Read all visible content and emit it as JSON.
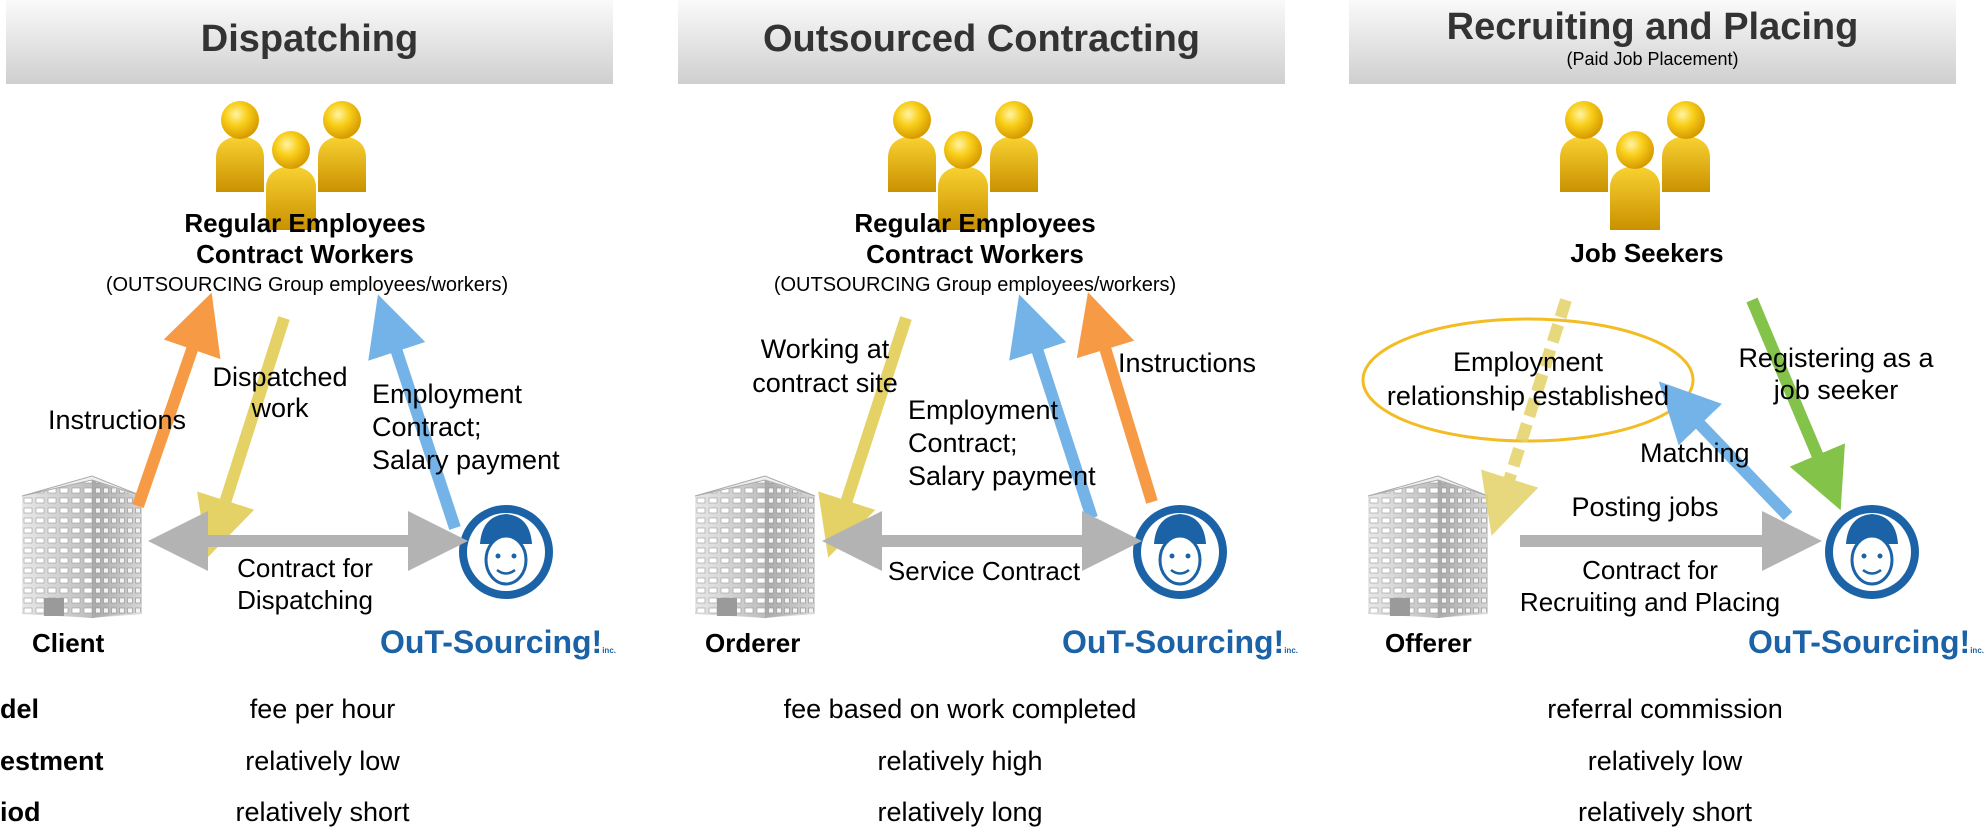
{
  "panels": [
    {
      "title": "Dispatching",
      "subtitle": "",
      "group_title_1": "Regular Employees",
      "group_title_2": "Contract Workers",
      "group_sub": "(OUTSOURCING Group employees/workers)",
      "client_label": "Client",
      "contract_label_1": "Contract for",
      "contract_label_2": "Dispatching",
      "labels": {
        "instructions": "Instructions",
        "dispatched_1": "Dispatched",
        "dispatched_2": "work",
        "employment_1": "Employment",
        "employment_2": "Contract;",
        "employment_3": "Salary payment"
      },
      "row_values": [
        "fee per hour",
        "relatively low",
        "relatively short"
      ]
    },
    {
      "title": "Outsourced Contracting",
      "subtitle": "",
      "group_title_1": "Regular Employees",
      "group_title_2": "Contract Workers",
      "group_sub": "(OUTSOURCING Group employees/workers)",
      "client_label": "Orderer",
      "contract_label_1": "Service Contract",
      "labels": {
        "working_1": "Working at",
        "working_2": "contract site",
        "employment_1": "Employment",
        "employment_2": "Contract;",
        "employment_3": "Salary payment",
        "instructions": "Instructions"
      },
      "row_values": [
        "fee based on work completed",
        "relatively high",
        "relatively long"
      ]
    },
    {
      "title": "Recruiting and Placing",
      "subtitle": "(Paid Job Placement)",
      "group_title_1": "Job Seekers",
      "client_label": "Offerer",
      "contract_label_1": "Contract for",
      "contract_label_2": "Recruiting and Placing",
      "labels": {
        "employment_rel_1": "Employment",
        "employment_rel_2": "relationship established",
        "registering_1": "Registering as a",
        "registering_2": "job seeker",
        "matching": "Matching",
        "posting": "Posting jobs"
      },
      "row_values": [
        "referral commission",
        "relatively low",
        "relatively short"
      ]
    }
  ],
  "row_labels": [
    "del",
    "estment",
    "iod"
  ],
  "logo_text": "OuT-Sourcing!",
  "logo_small": "inc.",
  "colors": {
    "orange": "#f79a46",
    "yellow": "#e5d267",
    "blue": "#74b3e8",
    "green": "#84c34a",
    "gray": "#b3b3b3",
    "logo_blue": "#1b63a6",
    "people_yellow": "#f6c000",
    "ellipse": "#f2bc22"
  }
}
